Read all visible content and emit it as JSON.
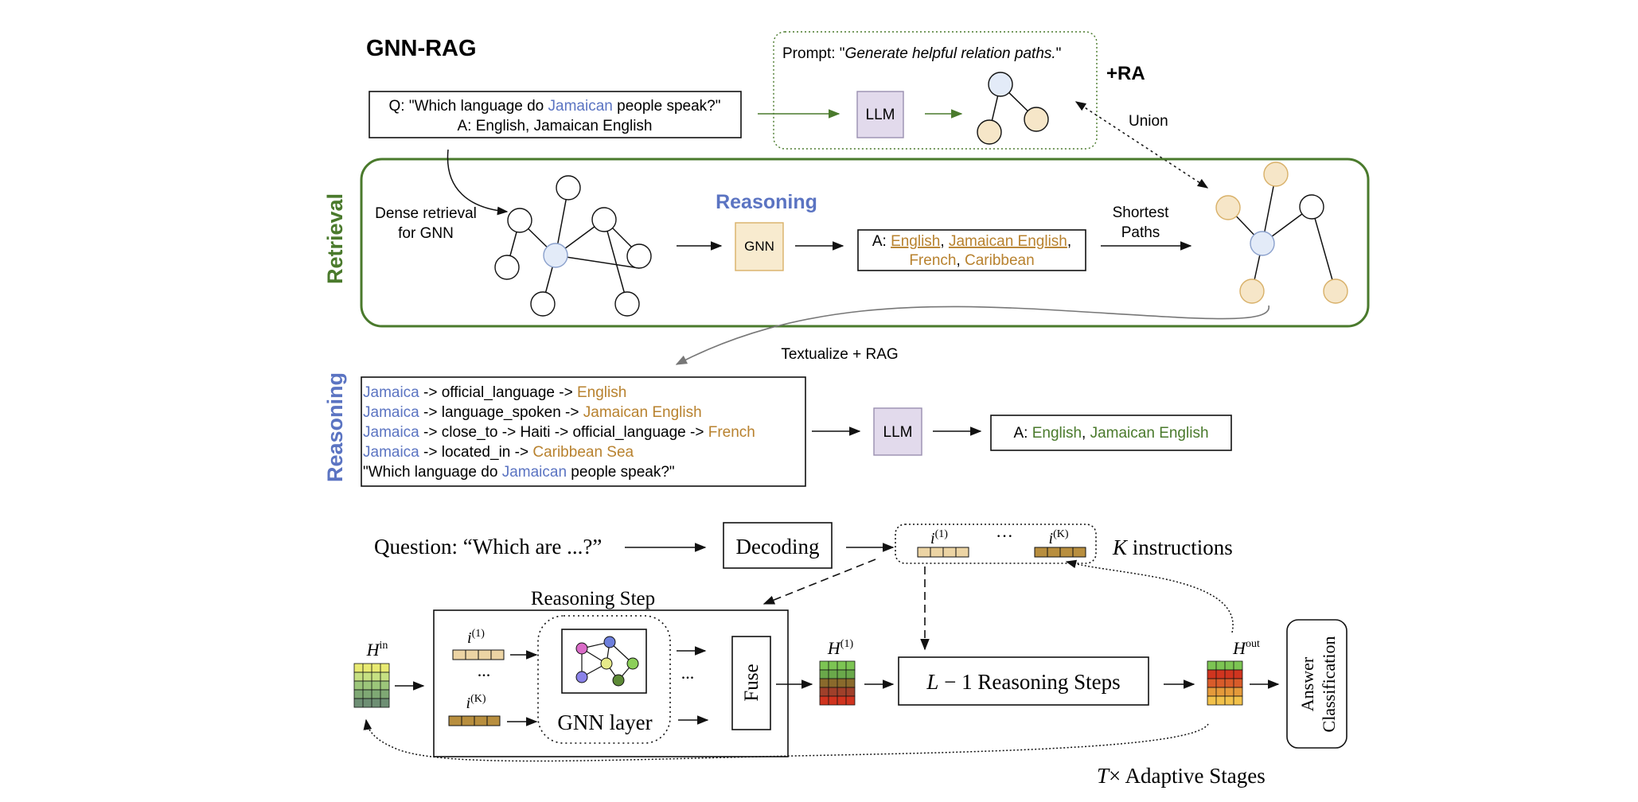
{
  "title": "GNN-RAG",
  "ra_label": "+RA",
  "colors": {
    "green": "#4a7a2c",
    "blue": "#5b74c2",
    "gold": "#b8822f",
    "node_blue": "#e3ebf8",
    "node_tan": "#f6e6c8",
    "gnn_box": "#f8ebcf",
    "llm_box": "#e2daec"
  },
  "top": {
    "question": {
      "prefix": "Q: \"Which language do ",
      "entity": "Jamaican",
      "suffix": " people speak?\""
    },
    "answer": "A: English, Jamaican English",
    "prompt_prefix": "Prompt: \"",
    "prompt_italic": "Generate helpful relation paths.",
    "prompt_suffix": "\"",
    "llm": "LLM",
    "union": "Union"
  },
  "retrieval": {
    "side_label": "Retrieval",
    "dense_line1": "Dense retrieval",
    "dense_line2": "for GNN",
    "reasoning_heading": "Reasoning",
    "gnn": "GNN",
    "answer_prefix": "A: ",
    "answer_entities": [
      "English",
      "Jamaican English",
      "French",
      "Caribbean"
    ],
    "sep": ", ",
    "shortest_line1": "Shortest",
    "shortest_line2": "Paths",
    "textualize": "Textualize + RAG"
  },
  "reasoning": {
    "side_label": "Reasoning",
    "paths": [
      {
        "entity": "Jamaica",
        "relation": " -> official_language -> ",
        "answer": "English"
      },
      {
        "entity": "Jamaica",
        "relation": " -> language_spoken -> ",
        "answer": "Jamaican English"
      },
      {
        "entity": "Jamaica",
        "relation": " -> close_to -> Haiti -> official_language -> ",
        "answer": "French"
      },
      {
        "entity": "Jamaica",
        "relation": " -> located_in -> ",
        "answer": "Caribbean Sea"
      }
    ],
    "question": {
      "prefix": "\"Which language do ",
      "entity": "Jamaican",
      "suffix": " people speak?\""
    },
    "llm": "LLM",
    "answer_prefix": "A: ",
    "answer_a": "English",
    "answer_sep": ", ",
    "answer_b": "Jamaican English"
  },
  "bottom": {
    "question": "Question: “Which are ...?”",
    "decoding": "Decoding",
    "k_var": "K",
    "k_instructions": " instructions",
    "i1": "i",
    "i1_sup": "(1)",
    "ik_sup": "(K)",
    "ellipsis": "···",
    "reasoning_step": "Reasoning Step",
    "h": "H",
    "h_in_sup": "in",
    "h1_sup": "(1)",
    "h_out_sup": "out",
    "gnn_layer": "GNN layer",
    "fuse": "Fuse",
    "l_minus": "L",
    "l_rest": " − 1 Reasoning Steps",
    "answer_line1": "Answer",
    "answer_line2": "Classification",
    "t_var": "T",
    "t_rest": "× Adaptive Stages",
    "dots": "..."
  }
}
